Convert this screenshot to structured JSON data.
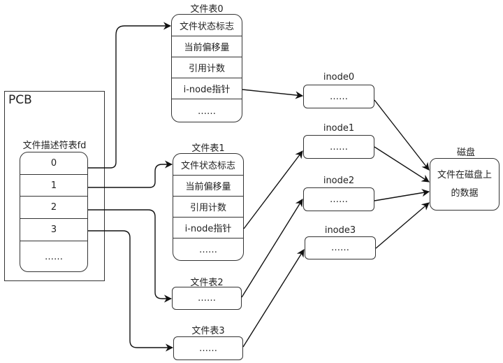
{
  "pcb": {
    "title": "PCB",
    "fd_table_label": "文件描述符表fd",
    "fd_rows": [
      "0",
      "1",
      "2",
      "3",
      "……"
    ]
  },
  "file_tables": [
    {
      "title": "文件表0",
      "rows": [
        "文件状态标志",
        "当前偏移量",
        "引用计数",
        "i-node指针",
        "……"
      ]
    },
    {
      "title": "文件表1",
      "rows": [
        "文件状态标志",
        "当前偏移量",
        "引用计数",
        "i-node指针",
        "……"
      ]
    },
    {
      "title": "文件表2",
      "content": "……"
    },
    {
      "title": "文件表3",
      "content": "……"
    }
  ],
  "inodes": [
    {
      "title": "inode0",
      "content": "……"
    },
    {
      "title": "inode1",
      "content": "……"
    },
    {
      "title": "inode2",
      "content": "……"
    },
    {
      "title": "inode3",
      "content": "……"
    }
  ],
  "disk": {
    "title": "磁盘",
    "line1": "文件在磁盘上",
    "line2": "的数据"
  },
  "connections": [
    {
      "from": "fd0",
      "to": "文件表0"
    },
    {
      "from": "fd1",
      "to": "文件表1"
    },
    {
      "from": "fd2",
      "to": "文件表2"
    },
    {
      "from": "fd3",
      "to": "文件表3"
    },
    {
      "from": "文件表0.i-node指针",
      "to": "inode0"
    },
    {
      "from": "文件表1.i-node指针",
      "to": "inode1"
    },
    {
      "from": "文件表2",
      "to": "inode2"
    },
    {
      "from": "文件表3",
      "to": "inode3"
    },
    {
      "from": "inode0",
      "to": "磁盘"
    },
    {
      "from": "inode1",
      "to": "磁盘"
    },
    {
      "from": "inode2",
      "to": "磁盘"
    },
    {
      "from": "inode3",
      "to": "磁盘"
    }
  ]
}
